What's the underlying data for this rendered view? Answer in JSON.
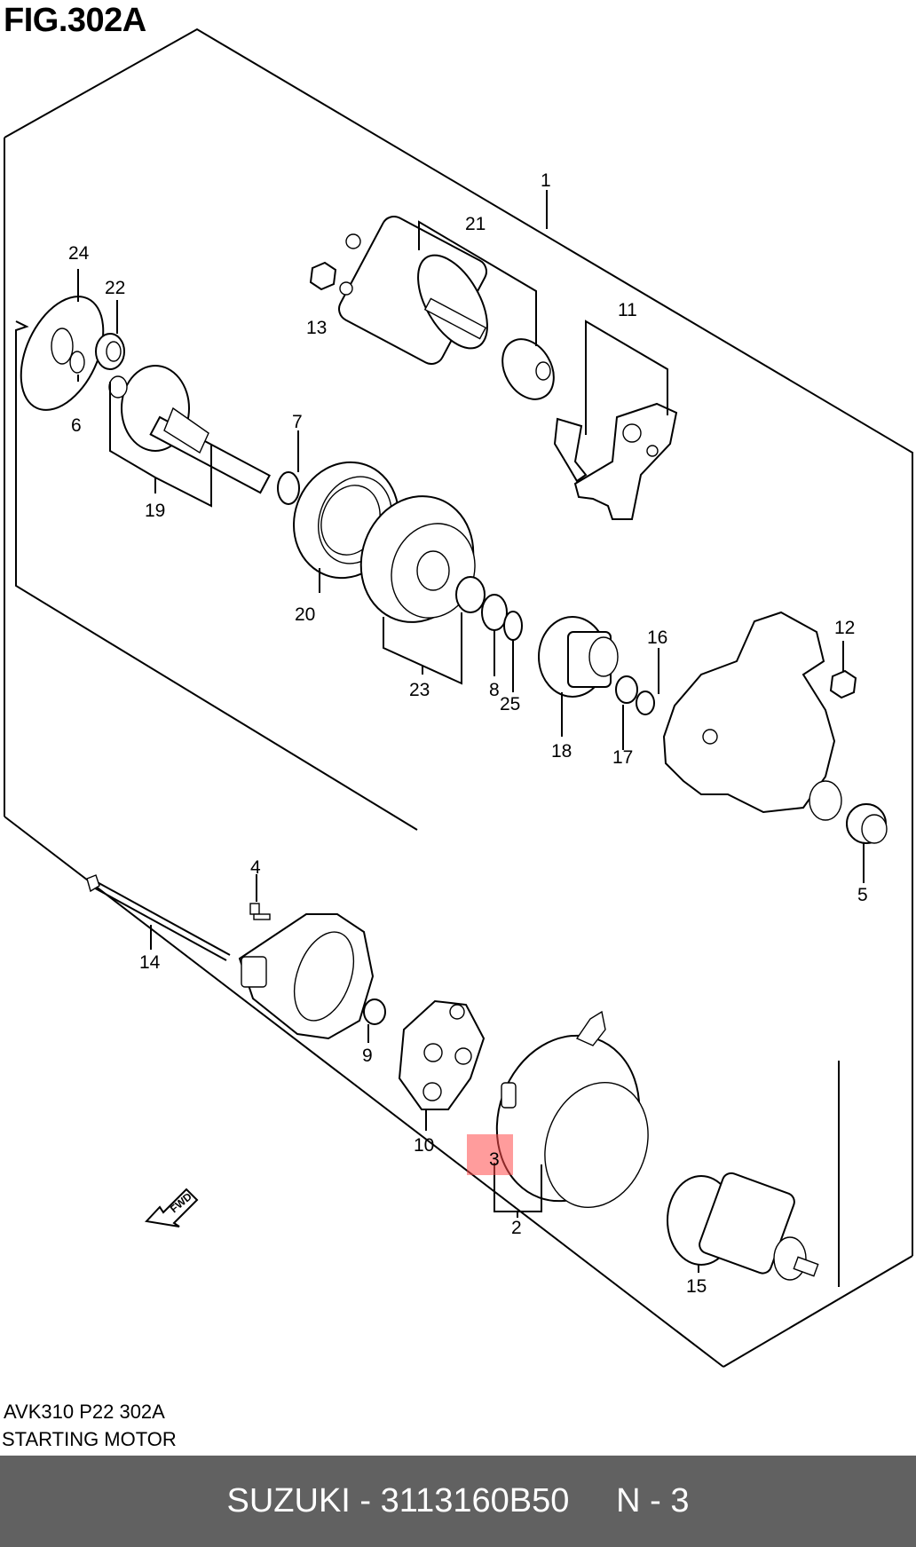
{
  "figure": {
    "title": "FIG.302A",
    "code": "AVK310 P22 302A",
    "name": "STARTING MOTOR",
    "fwd_label": "FWD"
  },
  "callouts": [
    "1",
    "2",
    "3",
    "4",
    "5",
    "6",
    "7",
    "8",
    "9",
    "10",
    "11",
    "12",
    "13",
    "14",
    "15",
    "16",
    "17",
    "18",
    "19",
    "20",
    "21",
    "22",
    "23",
    "24",
    "25"
  ],
  "highlighted_callout": "3",
  "footer": {
    "brand": "SUZUKI",
    "part_number": "3113160B50",
    "ref": "N - 3",
    "text": "SUZUKI - 3113160B50     N - 3"
  },
  "colors": {
    "highlight": "#ff4b4b",
    "footer_bg": "#616161",
    "footer_text": "#ffffff"
  }
}
